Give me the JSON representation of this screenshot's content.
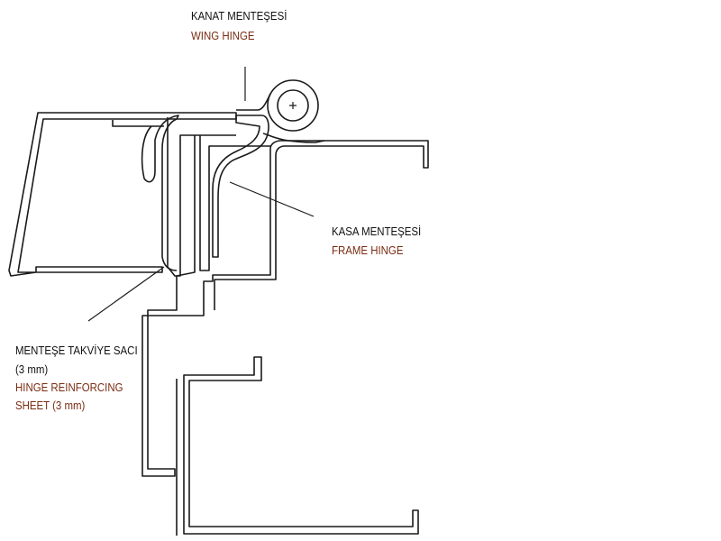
{
  "colors": {
    "turkish_text": "#111111",
    "english_text": "#7a2c12",
    "line": "#1a1a1a"
  },
  "labels": {
    "wing_hinge": {
      "tr": "KANAT MENTEŞESİ",
      "en": "WING HINGE"
    },
    "frame_hinge": {
      "tr": "KASA MENTEŞESİ",
      "en": "FRAME HINGE"
    },
    "reinforcing_sheet": {
      "tr_line1": "MENTEŞE TAKVİYE SACI",
      "tr_line2": "(3 mm)",
      "en_line1": "HINGE REINFORCING",
      "en_line2": "SHEET (3 mm)"
    }
  }
}
